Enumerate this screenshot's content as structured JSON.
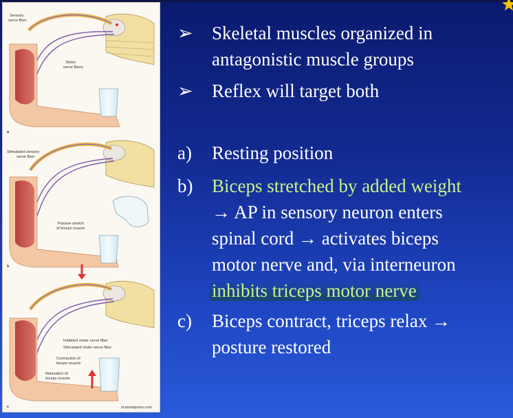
{
  "figure": {
    "panel_a": {
      "letter": "a",
      "labels": [
        "Sensory",
        "nerve fiber",
        "Motor",
        "nerve fibers"
      ]
    },
    "panel_b": {
      "letter": "b",
      "labels": [
        "Stimulated sensory",
        "nerve fiber",
        "Passive stretch",
        "of biceps muscle"
      ]
    },
    "panel_c": {
      "letter": "c",
      "labels": [
        "Inhibited motor nerve fiber",
        "Stimulated motor nerve fiber",
        "Contraction of",
        "biceps muscle",
        "Relaxation of",
        "triceps muscle"
      ]
    },
    "credit": "scanvetpress.com"
  },
  "bullets": [
    {
      "mark": "➢",
      "lines": [
        "Skeletal muscles organized in",
        "antagonistic muscle groups"
      ]
    },
    {
      "mark": "➢",
      "lines": [
        "Reflex will target both"
      ]
    }
  ],
  "items": [
    {
      "label": "a)",
      "lines": [
        {
          "text": "Resting position"
        }
      ]
    },
    {
      "label": "b)",
      "lines": [
        {
          "text": "Biceps stretched  by added weight",
          "style": "green"
        },
        {
          "text": "→ AP in sensory neuron enters"
        },
        {
          "text": "spinal cord → activates biceps"
        },
        {
          "text": "motor nerve and, via interneuron"
        },
        {
          "text": "inhibits triceps motor nerve",
          "style": "green-hl"
        }
      ]
    },
    {
      "label": "c)",
      "lines": [
        {
          "text": "Biceps contract, triceps relax →"
        },
        {
          "text": "posture restored"
        }
      ]
    }
  ],
  "colors": {
    "background_top": "#0a1a6e",
    "background_bottom": "#2a5ad8",
    "highlight_green": "#c9f28a"
  }
}
